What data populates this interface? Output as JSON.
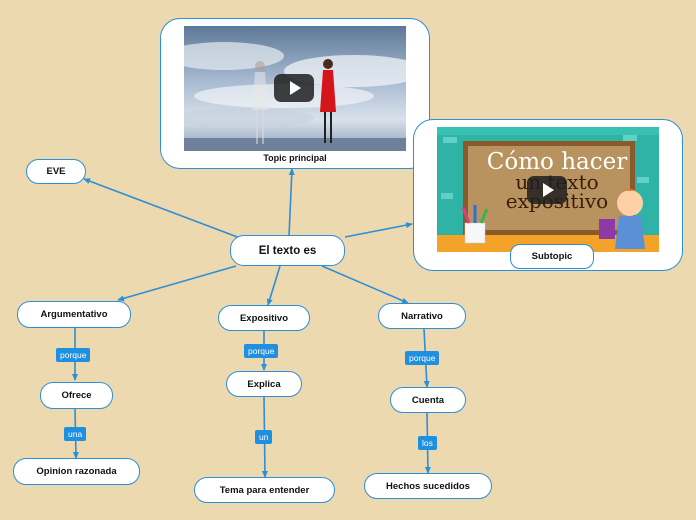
{
  "central": {
    "label": "El texto es"
  },
  "topic_card": {
    "caption": "Topic principal",
    "video": "video-thumbnail-clouds-figures"
  },
  "subtopic_card": {
    "caption": "Subtopic",
    "thumbnail_title_line1": "Cómo hacer",
    "thumbnail_title_line2": "un texto",
    "thumbnail_title_line3": "expositivo",
    "video": "video-thumbnail-chalkboard"
  },
  "eve": {
    "label": "EVE"
  },
  "branches": [
    {
      "label": "Argumentativo",
      "link1": "porque",
      "child": "Ofrece",
      "link2": "una",
      "leaf": "Opinion razonada"
    },
    {
      "label": "Expositivo",
      "link1": "porque",
      "child": "Explica",
      "link2": "un",
      "leaf": "Tema para entender"
    },
    {
      "label": "Narrativo",
      "link1": "porque",
      "child": "Cuenta",
      "link2": "los",
      "leaf": "Hechos sucedidos"
    }
  ],
  "colors": {
    "background": "#edd9b0",
    "line": "#2d8fd5",
    "tag": "#1f8fe0",
    "node_fill": "#ffffff"
  }
}
